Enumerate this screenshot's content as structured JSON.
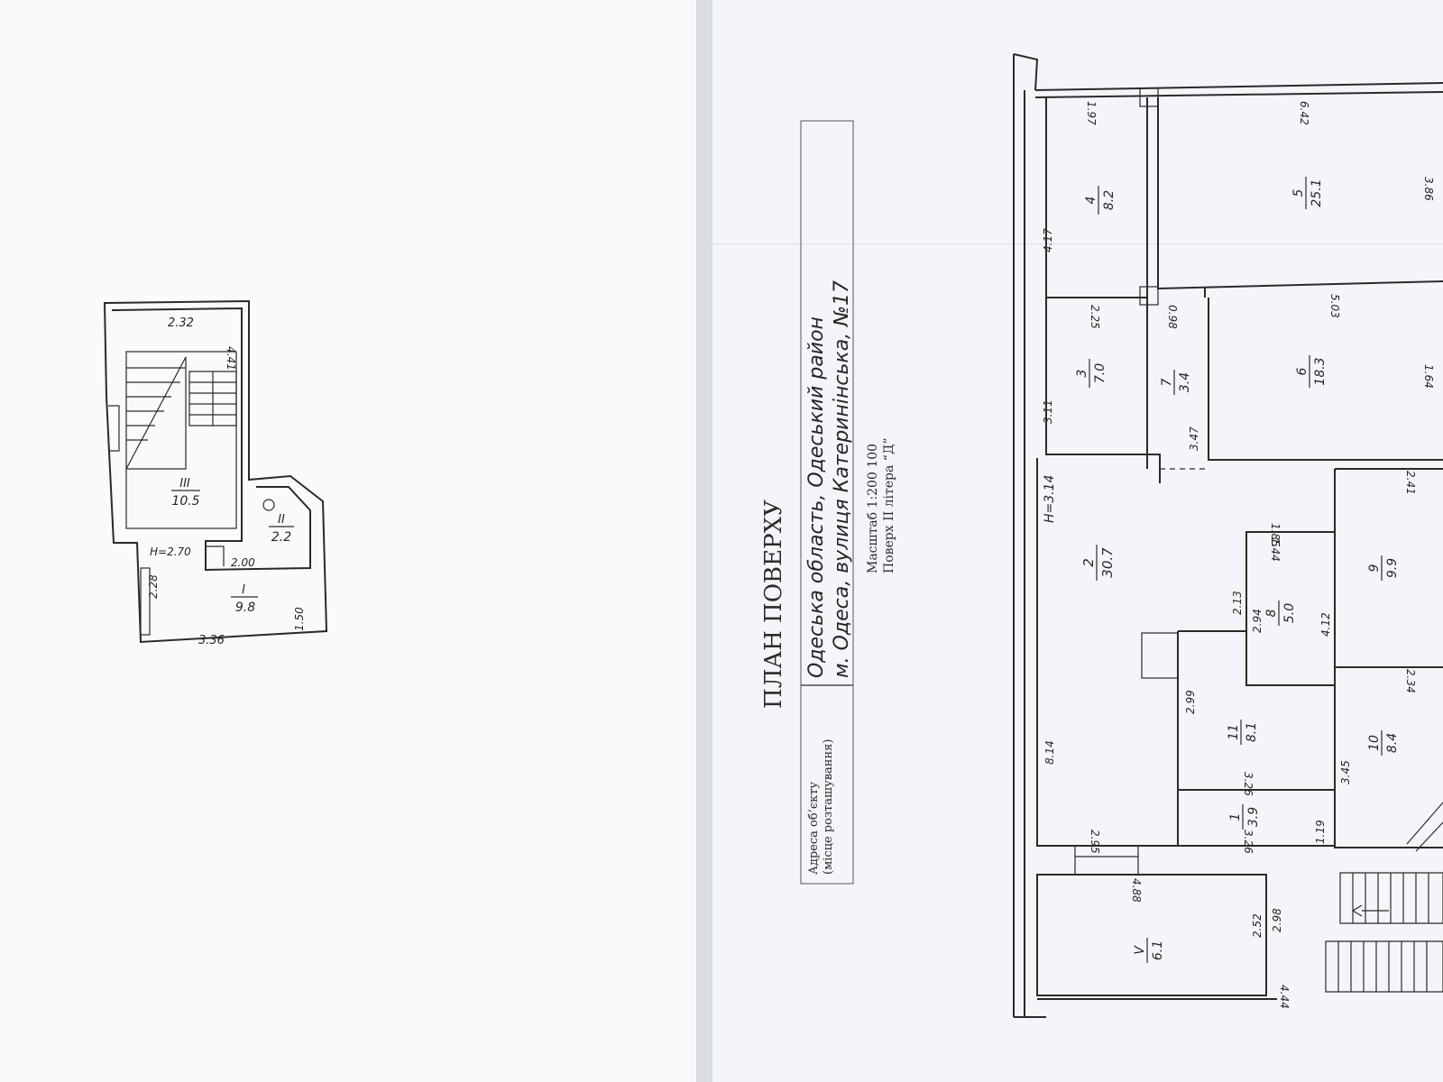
{
  "title": "ПЛАН ПОВЕРХУ",
  "address_label_line1": "Адреса об’єкту",
  "address_label_line2": "(місце розташування)",
  "address_line1": "Одеська область, Одеський район",
  "address_line2": "м. Одеса, вулиця Катеринінська, №17",
  "scale_text": "Масштаб 1:200 100",
  "floor_text": "Поверх II літера “Д”",
  "height_main": "H=3.14",
  "height_annex": "H=2.70",
  "colors": {
    "ink": "#2a2a2a",
    "paper": "#f7f8fb"
  },
  "left_plan": {
    "rooms": [
      {
        "no": "III",
        "area": "10.5"
      },
      {
        "no": "II",
        "area": "2.2"
      },
      {
        "no": "I",
        "area": "9.8"
      }
    ],
    "dimensions": [
      "2.32",
      "4.41",
      "2.00",
      "2.28",
      "1.50",
      "3.36"
    ]
  },
  "right_plan": {
    "rooms": [
      {
        "no": "4",
        "area": "8.2"
      },
      {
        "no": "5",
        "area": "25.1"
      },
      {
        "no": "3",
        "area": "7.0"
      },
      {
        "no": "7",
        "area": "3.4"
      },
      {
        "no": "6",
        "area": "18.3"
      },
      {
        "no": "2",
        "area": "30.7"
      },
      {
        "no": "8",
        "area": "5.0"
      },
      {
        "no": "9",
        "area": "9.9"
      },
      {
        "no": "11",
        "area": "8.1"
      },
      {
        "no": "10",
        "area": "8.4"
      },
      {
        "no": "1",
        "area": "3.9"
      },
      {
        "no": "V",
        "area": "6.1"
      }
    ],
    "dimensions": [
      "1.97",
      "6.42",
      "4.17",
      "3.86",
      "2.25",
      "0.98",
      "5.03",
      "3.11",
      "3.47",
      "1.64",
      "2.41",
      "1.85",
      "1.44",
      "2.13",
      "2.94",
      "4.12",
      "2.34",
      "8.14",
      "2.99",
      "3.26",
      "3.45",
      "1.19",
      "2.95",
      "3.26",
      "4.88",
      "2.52",
      "2.98",
      "4.44"
    ]
  }
}
